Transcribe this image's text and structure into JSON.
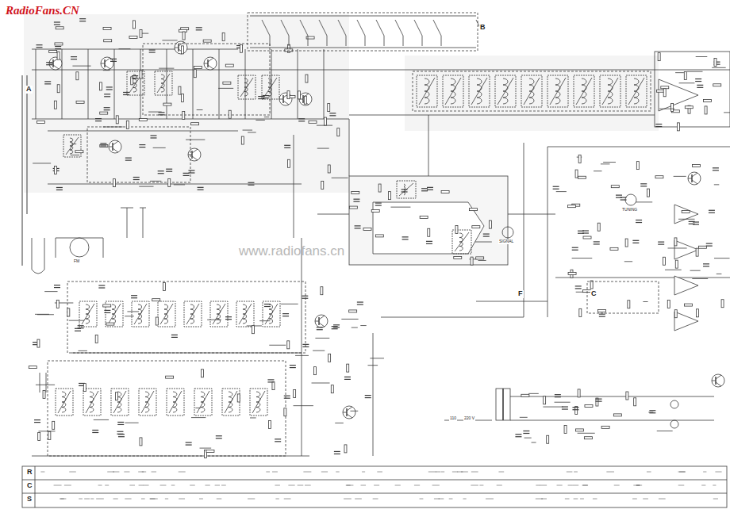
{
  "diagram": {
    "labels": [
      "RadioFans.CN",
      "www.radiofans.cn",
      "A",
      "B",
      "C",
      "F",
      "TUNING",
      "SIGNAL",
      "FM",
      "110",
      "220 V",
      "R",
      "C",
      "S"
    ]
  }
}
